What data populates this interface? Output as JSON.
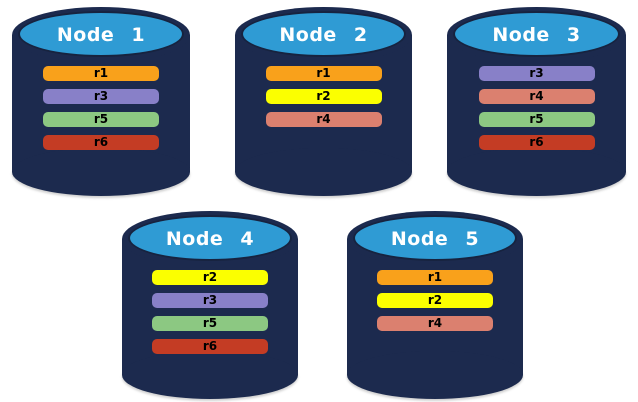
{
  "colors": {
    "cylinder_body": "#1C2A4E",
    "cylinder_cap": "#2F9BD4",
    "cap_outline": "#17233F",
    "title_text": "#FFFFFF",
    "bar_text": "#000000"
  },
  "replica_colors": {
    "r1": "#F9A11B",
    "r2": "#FBFF00",
    "r3": "#8880C8",
    "r4": "#DB806F",
    "r5": "#8CC882",
    "r6": "#C43C24"
  },
  "nodes": [
    {
      "label": "Node 1",
      "replicas": [
        "r1",
        "r3",
        "r5",
        "r6"
      ]
    },
    {
      "label": "Node 2",
      "replicas": [
        "r1",
        "r2",
        "r4"
      ]
    },
    {
      "label": "Node 3",
      "replicas": [
        "r3",
        "r4",
        "r5",
        "r6"
      ]
    },
    {
      "label": "Node 4",
      "replicas": [
        "r2",
        "r3",
        "r5",
        "r6"
      ]
    },
    {
      "label": "Node 5",
      "replicas": [
        "r1",
        "r2",
        "r4"
      ]
    }
  ]
}
